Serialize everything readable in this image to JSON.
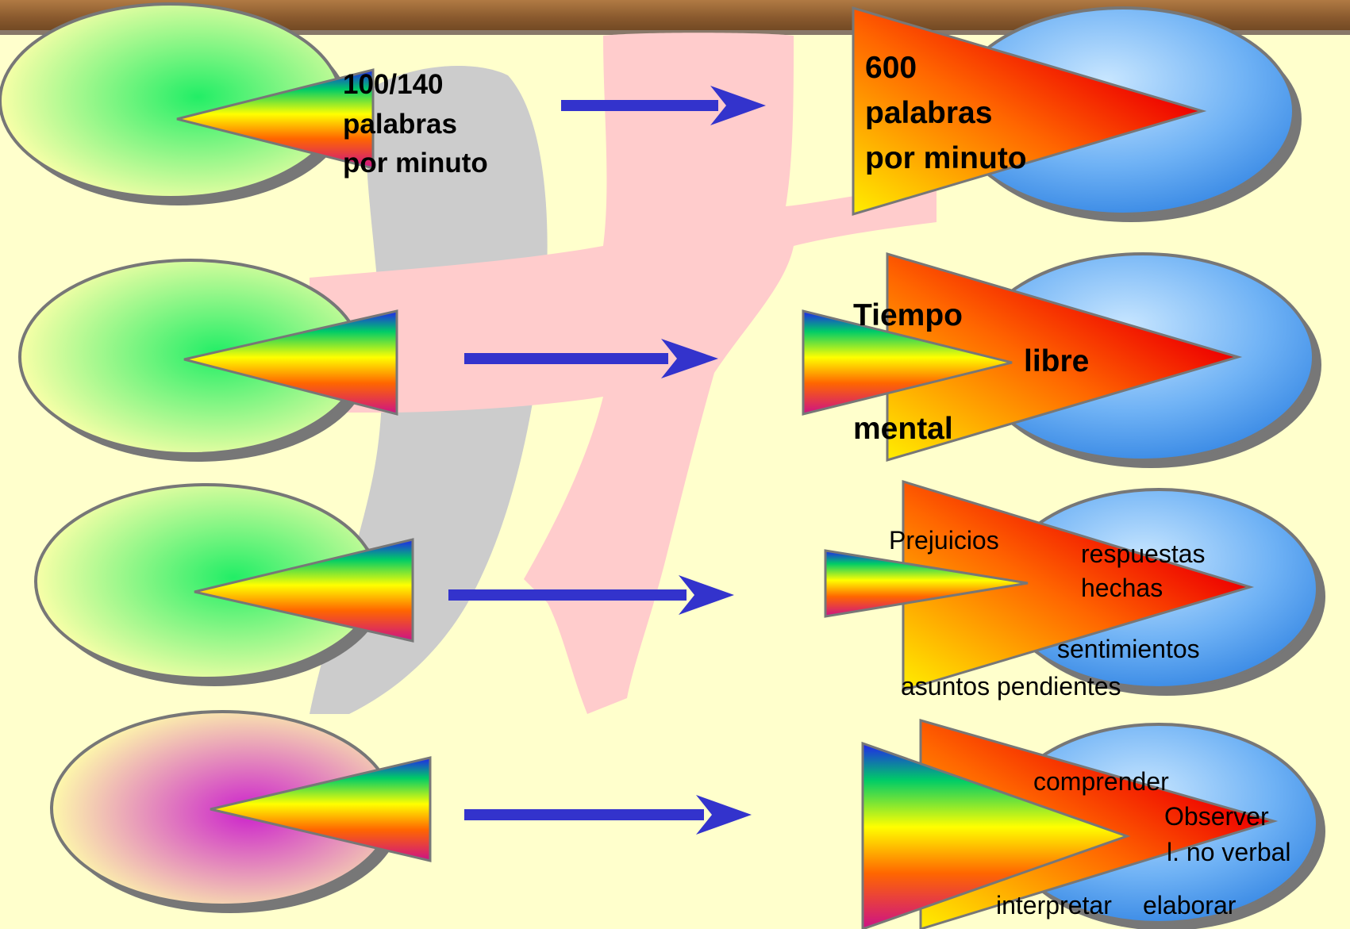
{
  "rows": [
    {
      "id": "reading-speed",
      "left_blob": "green",
      "left_labels": [
        "100/140",
        "palabras",
        "por minuto"
      ],
      "right_labels": [
        "600",
        "palabras",
        "por minuto"
      ]
    },
    {
      "id": "free-time",
      "left_blob": "green",
      "right_labels": [
        "Tiempo",
        "libre",
        "mental"
      ]
    },
    {
      "id": "barriers",
      "left_blob": "green",
      "right_labels": [
        "Prejuicios",
        "respuestas",
        "hechas",
        "sentimientos",
        "asuntos pendientes"
      ]
    },
    {
      "id": "understanding",
      "left_blob": "magenta",
      "right_labels": [
        "comprender",
        "Observer",
        "l. no verbal",
        "interpretar",
        "elaborar"
      ]
    }
  ],
  "colors": {
    "background": "#ffffcc",
    "header_band": "#9a6a3a",
    "arrow": "#3333cc",
    "blob_green": "#22ee66",
    "blob_magenta": "#cc22cc",
    "blob_blue": "#4499ee",
    "silhouette_gray": "#cccccc",
    "silhouette_pink": "#ffcccc"
  }
}
